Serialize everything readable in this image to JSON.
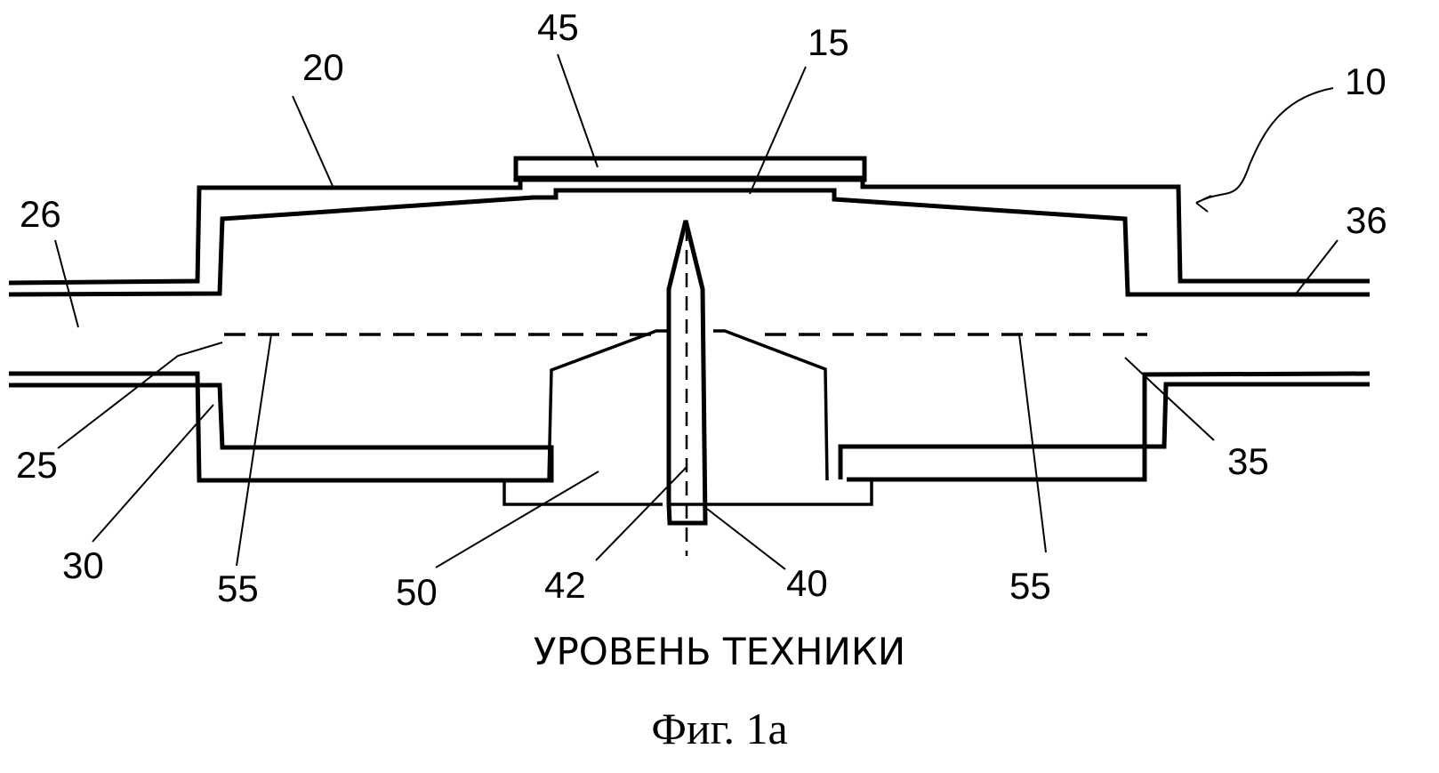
{
  "figure": {
    "caption_title": "УРОВЕНЬ ТЕХНИКИ",
    "caption_figure": "Фиг. 1а"
  },
  "labels": {
    "r10": "10",
    "r15": "15",
    "r20": "20",
    "r25": "25",
    "r26": "26",
    "r30": "30",
    "r35": "35",
    "r36": "36",
    "r40": "40",
    "r42": "42",
    "r45": "45",
    "r50": "50",
    "r55a": "55",
    "r55b": "55"
  },
  "colors": {
    "ink": "#000000",
    "paper": "#ffffff"
  }
}
